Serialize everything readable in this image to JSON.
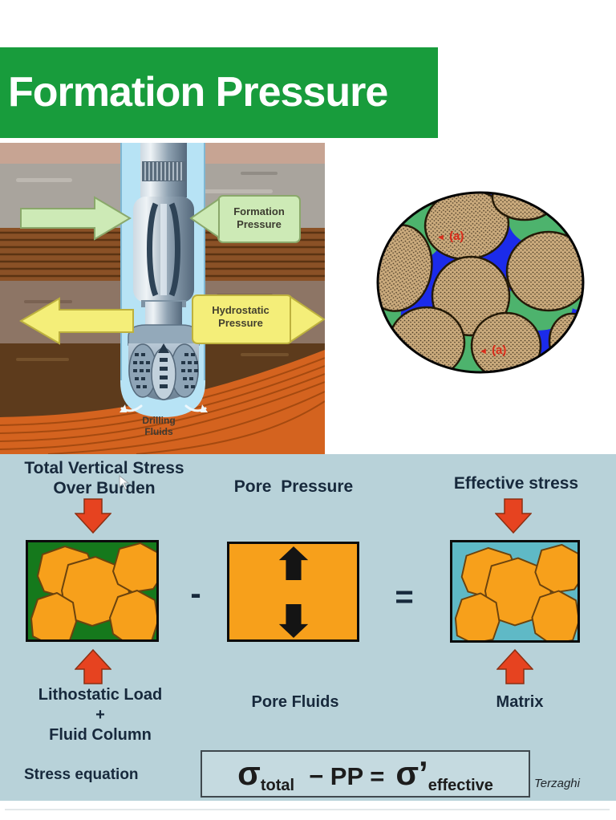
{
  "slide": {
    "title": "Formation Pressure"
  },
  "drilling": {
    "formation_arrow": {
      "line1": "Formation",
      "line2": "Pressure"
    },
    "hydrostatic_arrow": {
      "line1": "Hydrostatic",
      "line2": "Pressure"
    },
    "drilling_fluids": {
      "line1": "Drilling",
      "line2": "Fluids"
    }
  },
  "grains": {
    "label_top": {
      "arrow": "◄",
      "text": "(a)"
    },
    "label_bottom": {
      "arrow": "◄",
      "text": "(a)"
    }
  },
  "stress": {
    "overburden": {
      "title1": "Total Vertical Stress",
      "title2": "Over Burden",
      "label1": "Lithostatic Load",
      "label2": "+",
      "label3": "Fluid Column"
    },
    "pore": {
      "title": "Pore Pressure",
      "label": "Pore Fluids"
    },
    "effective": {
      "title": "Effective stress",
      "label": "Matrix"
    },
    "minus": "-",
    "equals": "=",
    "equation": {
      "label": "Stress equation",
      "sigma": "σ",
      "sub_total": "total",
      "op": "− PP =",
      "sigma_prime": "σ’",
      "sub_effective": "effective",
      "credit": "Terzaghi"
    }
  },
  "colors": {
    "banner_green": "#189c3c",
    "section_blue": "#b8d2d9",
    "text_navy": "#17293c",
    "red_arrow": "#e64320",
    "matrix_green": "#15791c",
    "pore_orange": "#f7a01b",
    "effective_teal": "#5fb9c6",
    "pore_water_blue": "#1b2bea",
    "cement_green": "#4db36d",
    "grain_tan": "#cbab7d",
    "borehole_blue": "#b7e3f5",
    "label_red": "#d92b1a"
  }
}
